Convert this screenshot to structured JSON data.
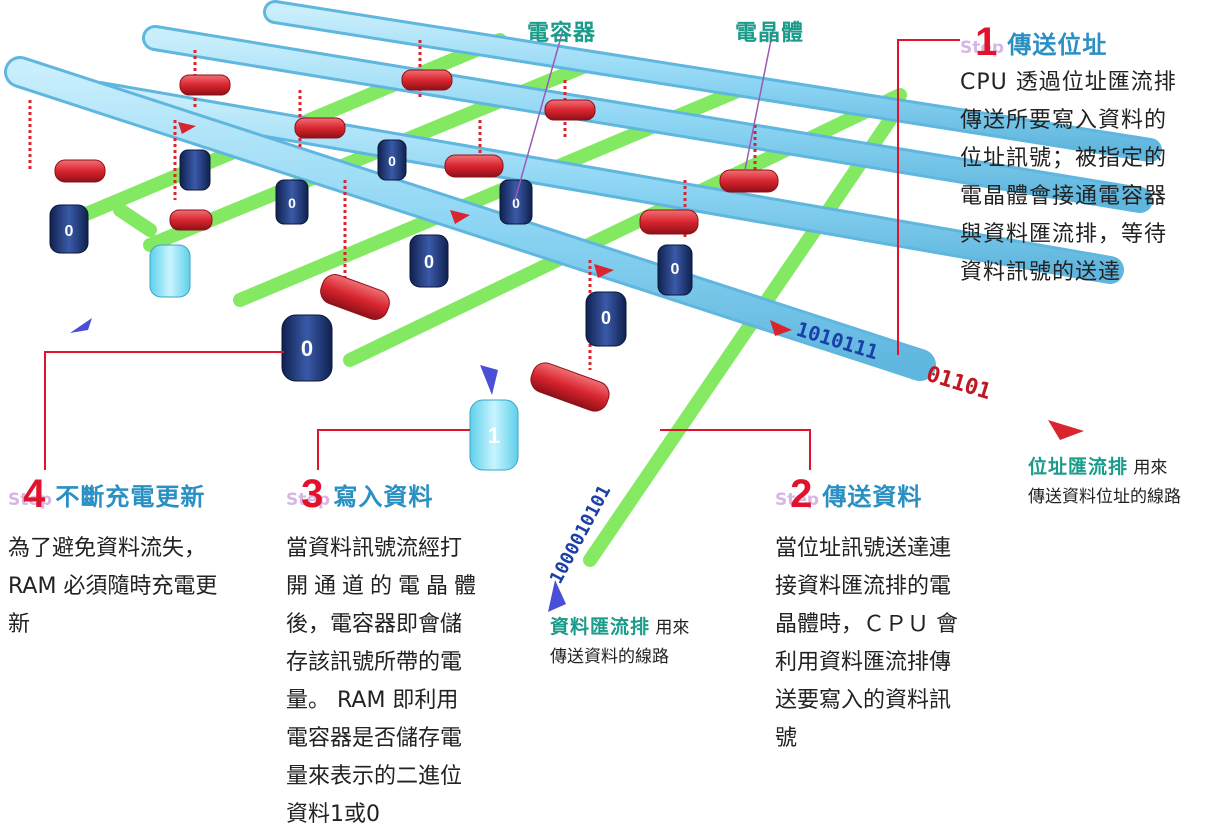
{
  "labels": {
    "capacitor": "電容器",
    "transistor": "電晶體"
  },
  "steps": [
    {
      "word": "Step",
      "num": "1",
      "title": "傳送位址",
      "body": [
        "CPU 透過位址匯流排",
        "傳送所要寫入資料的",
        "位址訊號；被指定的",
        "電晶體會接通電容器",
        "與資料匯流排，等待",
        "資料訊號的送達"
      ]
    },
    {
      "word": "Step",
      "num": "2",
      "title": "傳送資料",
      "body": [
        "當位址訊號送達連",
        "接資料匯流排的電",
        "晶體時，ＣＰＵ 會",
        "利用資料匯流排傳",
        "送要寫入的資料訊",
        "號"
      ]
    },
    {
      "word": "Step",
      "num": "3",
      "title": "寫入資料",
      "body": [
        "當資料訊號流經打",
        "開通道的電晶體",
        "後，電容器即會儲",
        "存該訊號所帶的電",
        "量。 RAM 即利用",
        "電容器是否儲存電",
        "量來表示的二進位",
        "資料1或0"
      ]
    },
    {
      "word": "Step",
      "num": "4",
      "title": "不斷充電更新",
      "body": [
        "為了避免資料流失，",
        "RAM 必須隨時充電更",
        "新"
      ]
    }
  ],
  "address_bus": {
    "name": "位址匯流排",
    "desc_1": "用來",
    "desc_2": "傳送資料位址的線路"
  },
  "data_bus": {
    "name": "資料匯流排",
    "desc_1": "用來",
    "desc_2": "傳送資料的線路"
  },
  "bit_streams": {
    "address_incoming": "01101",
    "address_on_bus": "1010111",
    "data_incoming": "1000010101",
    "capacitor_value": "0",
    "charged_value": "1"
  },
  "colors": {
    "address_pipe": "#8fd6f4",
    "data_pipe": "#7ee85a",
    "transistor": "#d9252f",
    "capacitor": "#1d2f6b",
    "leader_line": "#e2122c",
    "step_number": "#e2122c",
    "step_title": "#2a8fc3",
    "bus_caption": "#1b9b8a"
  }
}
